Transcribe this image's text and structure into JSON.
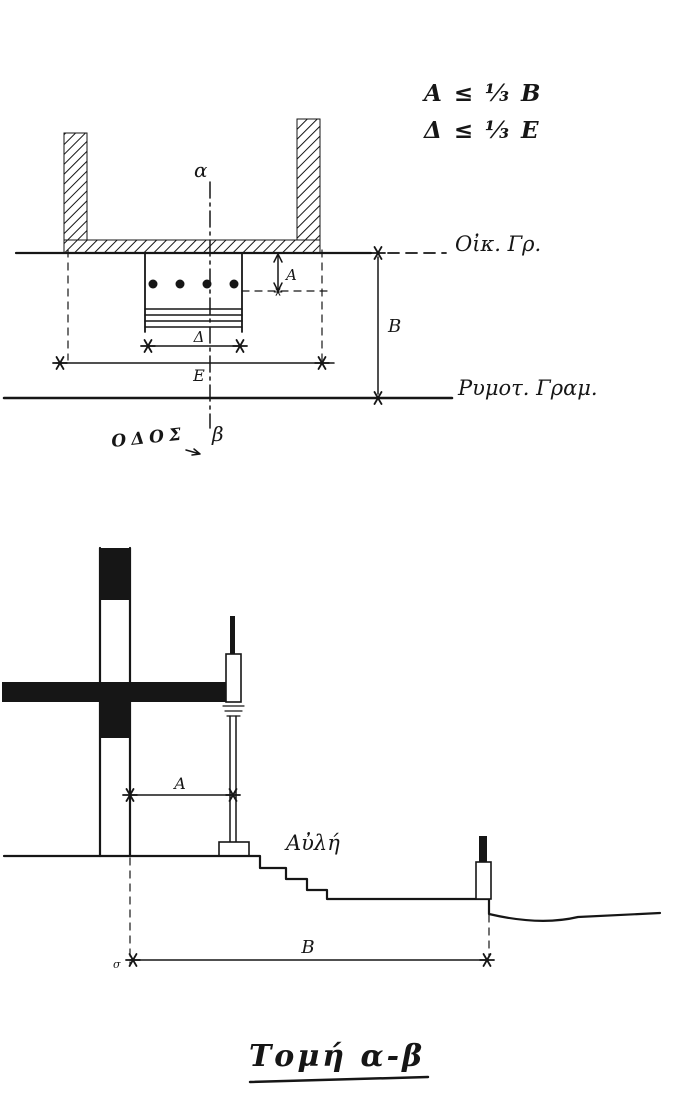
{
  "colors": {
    "ink": "#161616",
    "paper": "#ffffff"
  },
  "constraints": {
    "line1": "Α ≤ ⅓ Β",
    "line2": "Δ ≤ ⅓ Ε"
  },
  "plan": {
    "axis_top_label": "α",
    "axis_bottom_label": "β",
    "building_line_label": "Οἰκ. Γρ.",
    "street_line_label": "Ρυμοτ. Γραμ.",
    "street_label": "ΟΔΟΣ",
    "dim_a_label": "Α",
    "dim_b_label": "Β",
    "dim_delta_label": "Δ",
    "dim_epsilon_label": "Ε"
  },
  "section": {
    "courtyard_label": "Αὐλή",
    "dim_a_label": "Α",
    "dim_b_label": "Β",
    "stray_mark": "σ"
  },
  "title": "Τομή α-β"
}
